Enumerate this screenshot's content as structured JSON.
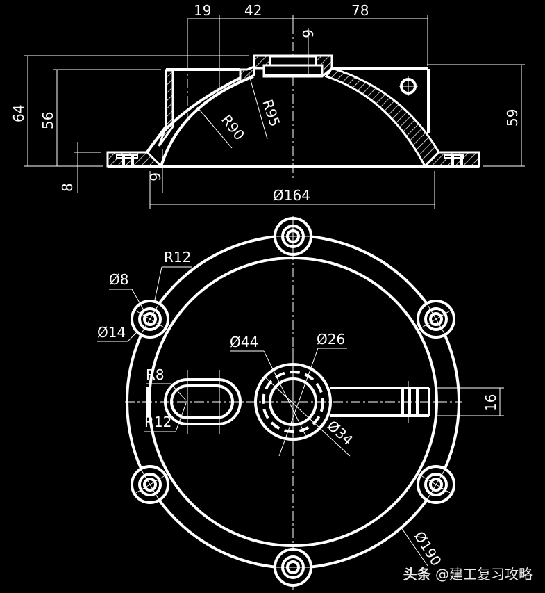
{
  "drawing": {
    "title": "Bearing cover CAD drawing (section view + top view)",
    "background": "#000000",
    "line_color": "#ffffff",
    "section_view": {
      "dimensions": {
        "top_19": "19",
        "top_42": "42",
        "top_78": "78",
        "top_6": "6",
        "left_64": "64",
        "left_56": "56",
        "left_8": "8",
        "bottom_6": "6",
        "right_59": "59",
        "dia_164": "Ø164",
        "r95": "R95",
        "r90": "R90"
      }
    },
    "top_view": {
      "dimensions": {
        "r12_boss": "R12",
        "dia_8": "Ø8",
        "dia_14": "Ø14",
        "r8": "R8",
        "r12_slot": "R12",
        "dia_44": "Ø44",
        "dia_26": "Ø26",
        "dia_34": "Ø34",
        "width_16": "16",
        "dia_190": "Ø190"
      }
    }
  },
  "watermark": {
    "prefix": "头条",
    "text": "@建工复习攻略"
  }
}
